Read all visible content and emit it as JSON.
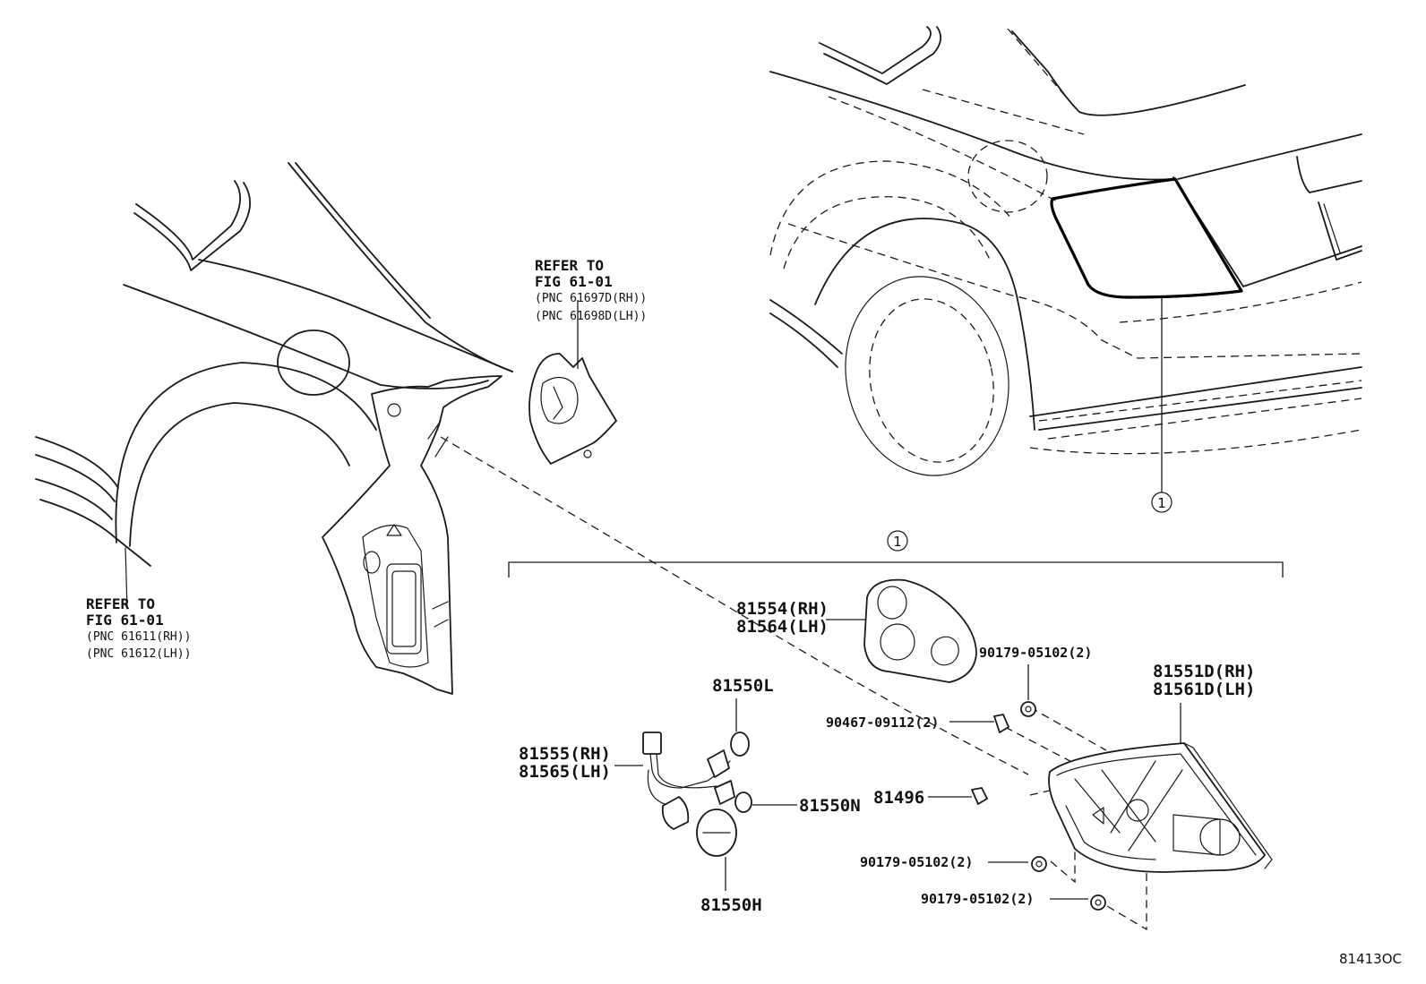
{
  "refer_left": {
    "line1": "REFER TO",
    "line2": "FIG 61-01",
    "line3": "(PNC 61611(RH))",
    "line4": "(PNC 61612(LH))"
  },
  "refer_top": {
    "line1": "REFER TO",
    "line2": "FIG 61-01",
    "line3": "(PNC 61697D(RH))",
    "line4": "(PNC 61698D(LH))"
  },
  "callout_number": "1",
  "parts": {
    "p81554": "81554(RH)",
    "p81564": "81564(LH)",
    "p81550L": "81550L",
    "p81555": "81555(RH)",
    "p81565": "81565(LH)",
    "p81550N": "81550N",
    "p81550H": "81550H",
    "p81496": "81496",
    "p81551D": "81551D(RH)",
    "p81561D": "81561D(LH)",
    "screw_a": "90179-05102(2)",
    "screw_b": "90467-09112(2)",
    "screw_c": "90179-05102(2)",
    "screw_d": "90179-05102(2)"
  },
  "illustration_code": "81413OC"
}
